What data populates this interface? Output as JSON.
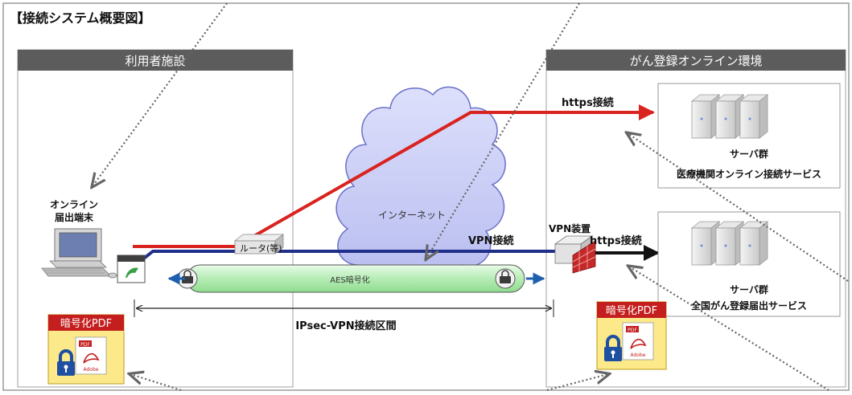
{
  "title": "【接続システム概要図】",
  "left_panel": {
    "header": "利用者施設"
  },
  "right_panel": {
    "header": "がん登録オンライン環境"
  },
  "terminal": {
    "label_line1": "オンライン",
    "label_line2": "届出端末"
  },
  "router": {
    "label": "ルータ(等)"
  },
  "cloud": {
    "label": "インターネット"
  },
  "vpn_device": {
    "label": "VPN装置"
  },
  "links": {
    "https_top": "https接続",
    "vpn": "VPN接続",
    "https_mid": "https接続",
    "aes": "AES暗号化",
    "ipsec": "IPsec-VPN接続区間"
  },
  "server_group_1": {
    "name": "サーバ群",
    "service": "医療機関オンライン接続サービス"
  },
  "server_group_2": {
    "name": "サーバ群",
    "service": "全国がん登録届出サービス"
  },
  "pdf_left": {
    "label": "暗号化PDF",
    "mini": "PDF",
    "brand": "Adobe"
  },
  "pdf_right": {
    "label": "暗号化PDF",
    "mini": "PDF",
    "brand": "Adobe"
  },
  "colors": {
    "panel_header": "#5c5c5c",
    "red_line": "#d9231f",
    "blue_line": "#1f2f8a",
    "aes_tunnel": "#bff0bf",
    "cloud_fill": "#c9cdf5",
    "cloud_stroke": "#6a70c8",
    "pdf_bg": "#fbe98a",
    "pdf_label_bg": "#c41e1e",
    "lock_blue": "#1f4fa0"
  }
}
